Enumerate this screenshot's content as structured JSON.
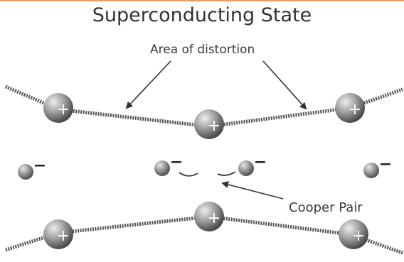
{
  "title": "Superconducting State",
  "labels": {
    "distortion": "Area of distortion",
    "cooper_pair": "Cooper Pair"
  },
  "symbols": {
    "positive_ion": "+",
    "electron": "−"
  },
  "colors": {
    "lattice_line": "#555555",
    "ion_fill": "#8c8c8c",
    "ion_highlight": "#e0e0e0",
    "text": "#333333",
    "top_rule": "#e0a070"
  }
}
